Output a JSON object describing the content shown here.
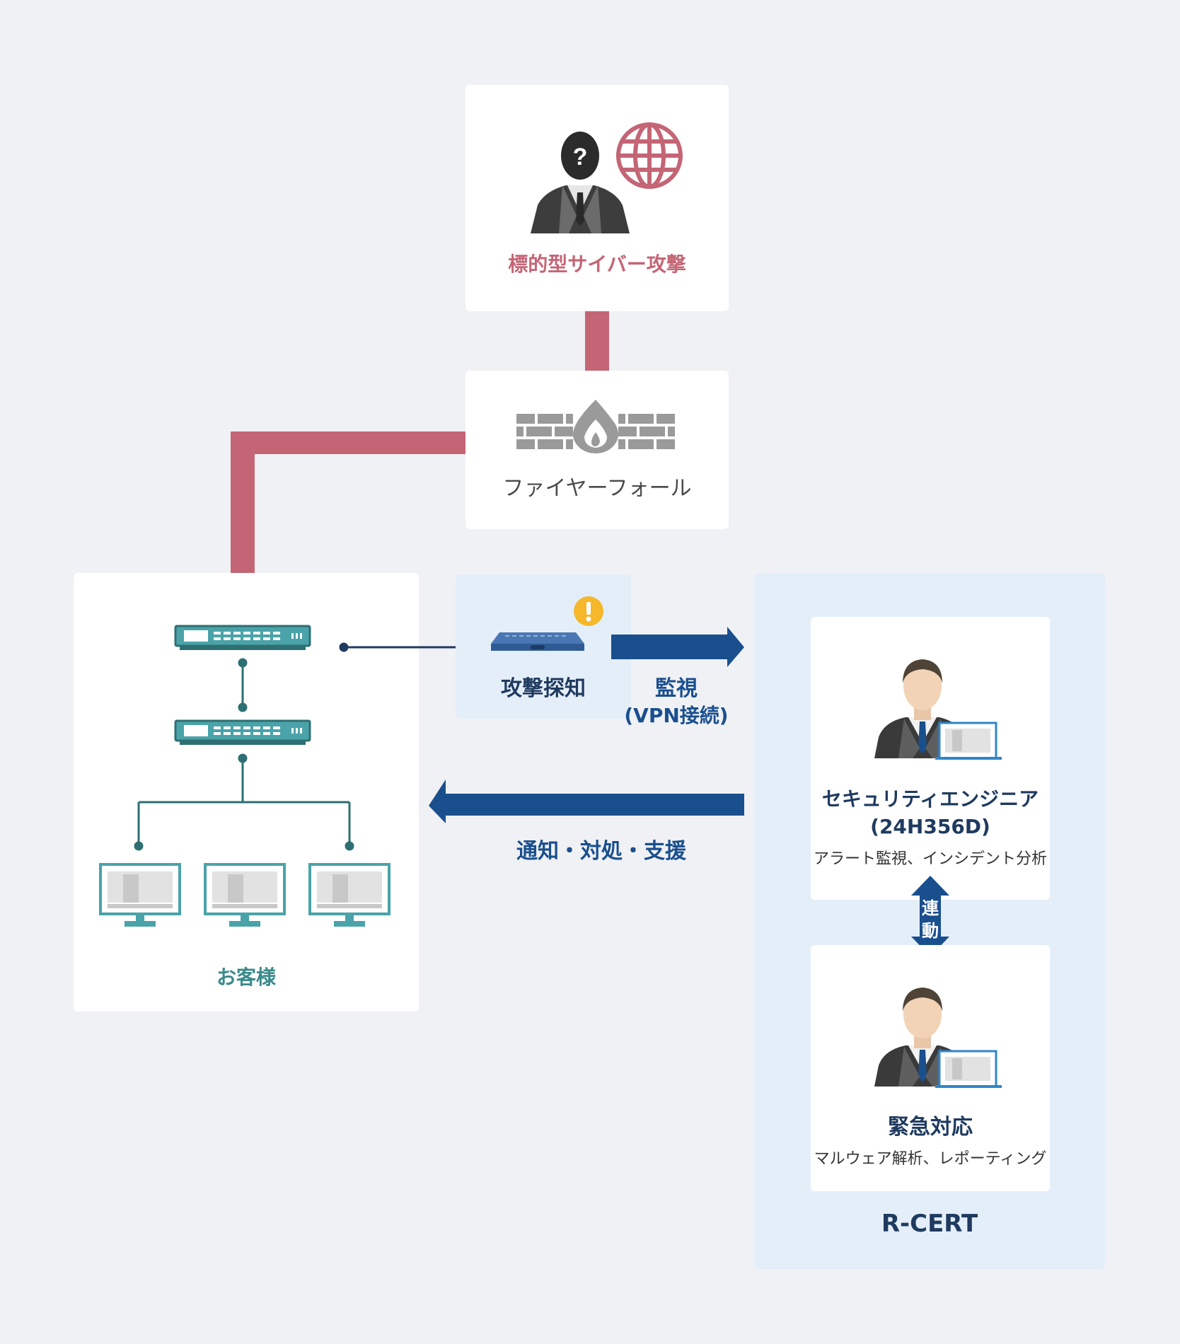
{
  "attacker": {
    "label": "標的型サイバー攻撃"
  },
  "firewall": {
    "label": "ファイヤーフォール"
  },
  "detector": {
    "label": "攻撃探知"
  },
  "monitor": {
    "line1": "監視",
    "line2": "(VPN接続)"
  },
  "notify": {
    "label": "通知・対処・支援"
  },
  "customer": {
    "label": "お客様"
  },
  "engineer": {
    "title": "セキュリティエンジニア",
    "subtitle": "(24H356D)",
    "desc": "アラート監視、インシデント分析"
  },
  "link": {
    "label_top": "連",
    "label_bottom": "動"
  },
  "emergency": {
    "title": "緊急対応",
    "desc": "マルウェア解析、レポーティング"
  },
  "team": {
    "label": "R-CERT"
  },
  "colors": {
    "attack": "#c46575",
    "navy": "#1a4f8e",
    "teal": "#3a8a8a",
    "bg": "#f0f1f4",
    "panel": "#e4eef9",
    "alert": "#f6b72b"
  }
}
